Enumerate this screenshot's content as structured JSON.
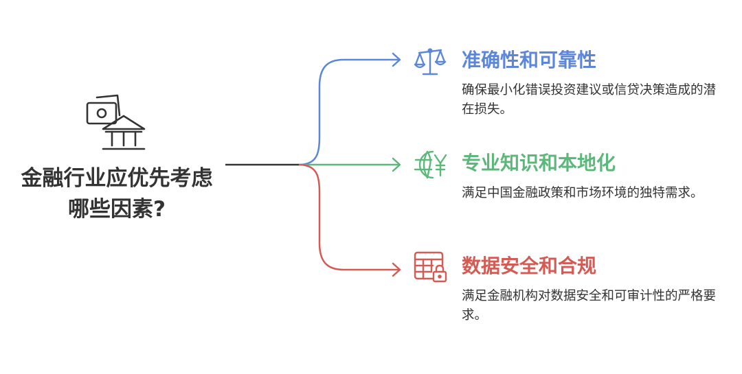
{
  "title": "金融行业应优先考虑哪些因素?",
  "colors": {
    "trunk": "#333333",
    "icon_dark": "#333333",
    "branch_0": "#5b86d9",
    "branch_1": "#5cb87a",
    "branch_2": "#d45b53"
  },
  "branches": [
    {
      "title": "准确性和可靠性",
      "description": "确保最小化错误投资建议或信贷决策造成的潜在损失。",
      "icon": "balance-scale-icon",
      "color": "#5b86d9"
    },
    {
      "title": "专业知识和本地化",
      "description": "满足中国金融政策和市场环境的独特需求。",
      "icon": "globe-yen-icon",
      "color": "#5cb87a"
    },
    {
      "title": "数据安全和合规",
      "description": "满足金融机构对数据安全和可审计性的严格要求。",
      "icon": "locked-table-icon",
      "color": "#d45b53"
    }
  ],
  "central_icon": "money-bank-icon"
}
